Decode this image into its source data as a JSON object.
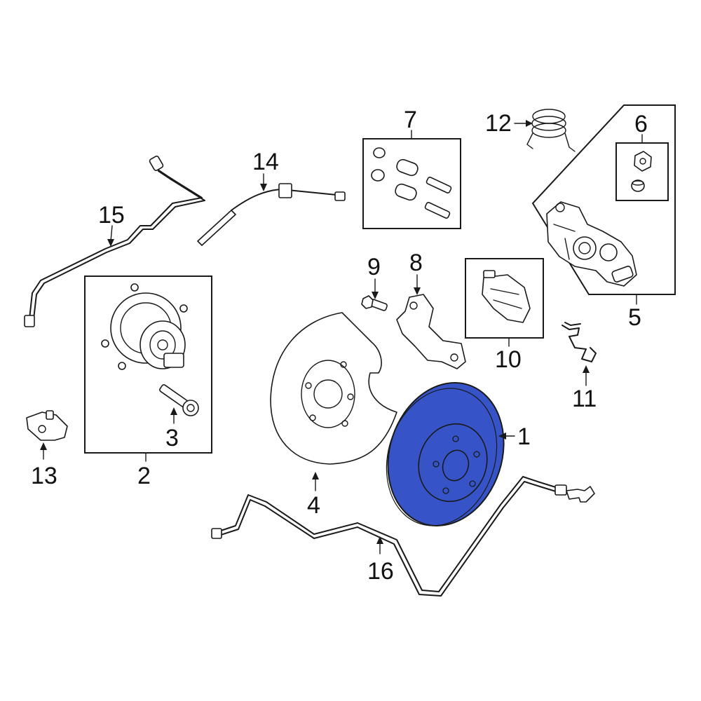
{
  "diagram": {
    "accent_color": "#3654C8",
    "callouts": [
      {
        "id": "1",
        "label": "1"
      },
      {
        "id": "2",
        "label": "2"
      },
      {
        "id": "3",
        "label": "3"
      },
      {
        "id": "4",
        "label": "4"
      },
      {
        "id": "5",
        "label": "5"
      },
      {
        "id": "6",
        "label": "6"
      },
      {
        "id": "7",
        "label": "7"
      },
      {
        "id": "8",
        "label": "8"
      },
      {
        "id": "9",
        "label": "9"
      },
      {
        "id": "10",
        "label": "10"
      },
      {
        "id": "11",
        "label": "11"
      },
      {
        "id": "12",
        "label": "12"
      },
      {
        "id": "13",
        "label": "13"
      },
      {
        "id": "14",
        "label": "14"
      },
      {
        "id": "15",
        "label": "15"
      },
      {
        "id": "16",
        "label": "16"
      }
    ]
  }
}
